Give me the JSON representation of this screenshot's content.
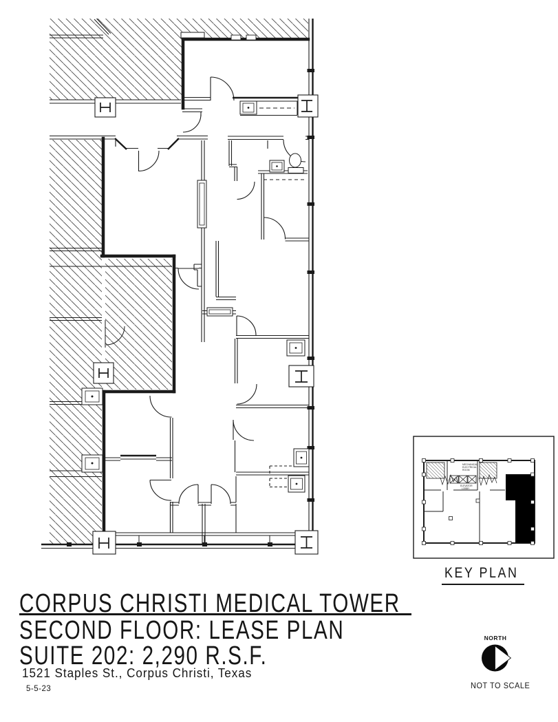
{
  "document": {
    "type": "architectural lease plan drawing"
  },
  "title_block": {
    "building_name": "CORPUS CHRISTI MEDICAL TOWER",
    "plan_title": "SECOND FLOOR: LEASE PLAN",
    "suite_line": "SUITE 202: 2,290 R.S.F.",
    "address": "1521 Staples St., Corpus Christi, Texas",
    "date": "5-5-23"
  },
  "key_plan": {
    "label": "KEY PLAN",
    "core_labels": {
      "l1": "MECHANICAL",
      "l2": "ELECTRICAL",
      "l3": "ROOM",
      "l4": "ELEVATOR",
      "l5": "LOBBY"
    }
  },
  "north_indicator": {
    "label": "NORTH",
    "scale_note": "NOT TO SCALE"
  },
  "colors": {
    "ink": "#1b1b1b",
    "paper": "#ffffff",
    "suite_highlight": "#000000"
  }
}
